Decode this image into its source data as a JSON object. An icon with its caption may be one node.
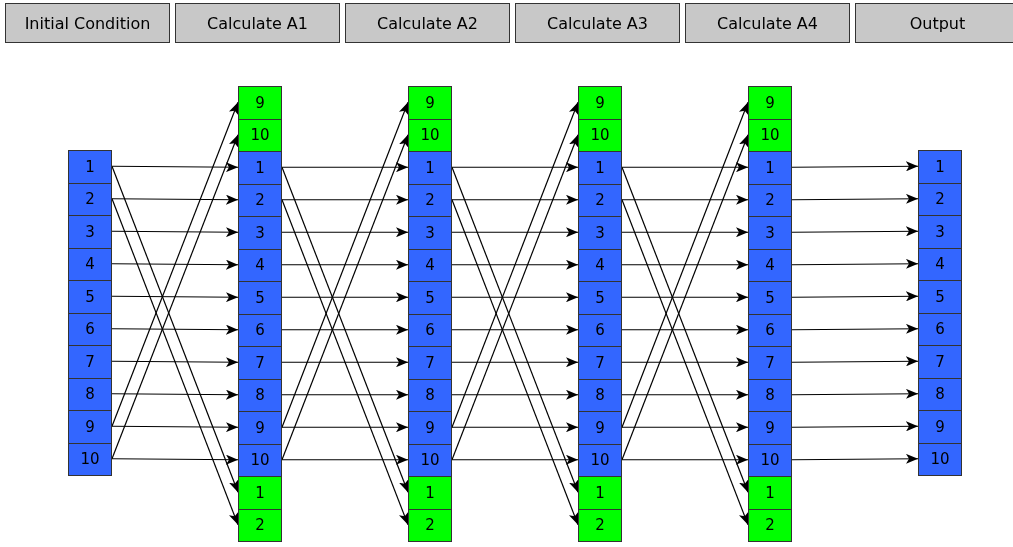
{
  "diagram": {
    "nodes": [
      {
        "text": [
          "Initial Condition"
        ]
      },
      {
        "text": [
          "Calculate A1"
        ]
      },
      {
        "text": [
          "Calculate A2"
        ]
      },
      {
        "text": [
          "Calculate A3"
        ]
      },
      {
        "text": [
          "Calculate A4"
        ]
      },
      {
        "text": [
          "Output"
        ]
      },
      {
        "text": [
          "1"
        ]
      },
      {
        "text": [
          "2"
        ]
      },
      {
        "text": [
          "3"
        ]
      },
      {
        "text": [
          "4"
        ]
      },
      {
        "text": [
          "5"
        ]
      },
      {
        "text": [
          "6"
        ]
      },
      {
        "text": [
          "7"
        ]
      },
      {
        "text": [
          "8"
        ]
      },
      {
        "text": [
          "9"
        ]
      },
      {
        "text": [
          "10"
        ]
      },
      {
        "text": [
          "9"
        ]
      },
      {
        "text": [
          "10"
        ]
      },
      {
        "text": [
          "1"
        ]
      },
      {
        "text": [
          "2"
        ]
      },
      {
        "text": [
          "3"
        ]
      },
      {
        "text": [
          "4"
        ]
      },
      {
        "text": [
          "5"
        ]
      },
      {
        "text": [
          "6"
        ]
      },
      {
        "text": [
          "7"
        ]
      },
      {
        "text": [
          "8"
        ]
      },
      {
        "text": [
          "9"
        ]
      },
      {
        "text": [
          "10"
        ]
      },
      {
        "text": [
          "1"
        ]
      },
      {
        "text": [
          "2"
        ]
      },
      {
        "text": [
          "9"
        ]
      },
      {
        "text": [
          "10"
        ]
      },
      {
        "text": [
          "1"
        ]
      },
      {
        "text": [
          "2"
        ]
      },
      {
        "text": [
          "3"
        ]
      },
      {
        "text": [
          "4"
        ]
      },
      {
        "text": [
          "5"
        ]
      },
      {
        "text": [
          "6"
        ]
      },
      {
        "text": [
          "7"
        ]
      },
      {
        "text": [
          "8"
        ]
      },
      {
        "text": [
          "9"
        ]
      },
      {
        "text": [
          "10"
        ]
      },
      {
        "text": [
          "1"
        ]
      },
      {
        "text": [
          "2"
        ]
      },
      {
        "text": [
          "9"
        ]
      },
      {
        "text": [
          "10"
        ]
      },
      {
        "text": [
          "1"
        ]
      },
      {
        "text": [
          "2"
        ]
      },
      {
        "text": [
          "3"
        ]
      },
      {
        "text": [
          "4"
        ]
      },
      {
        "text": [
          "5"
        ]
      },
      {
        "text": [
          "6"
        ]
      },
      {
        "text": [
          "7"
        ]
      },
      {
        "text": [
          "8"
        ]
      },
      {
        "text": [
          "9"
        ]
      },
      {
        "text": [
          "10"
        ]
      },
      {
        "text": [
          "1"
        ]
      },
      {
        "text": [
          "2"
        ]
      },
      {
        "text": [
          "9"
        ]
      },
      {
        "text": [
          "10"
        ]
      },
      {
        "text": [
          "1"
        ]
      },
      {
        "text": [
          "2"
        ]
      },
      {
        "text": [
          "3"
        ]
      },
      {
        "text": [
          "4"
        ]
      },
      {
        "text": [
          "5"
        ]
      },
      {
        "text": [
          "6"
        ]
      },
      {
        "text": [
          "7"
        ]
      },
      {
        "text": [
          "8"
        ]
      },
      {
        "text": [
          "9"
        ]
      },
      {
        "text": [
          "10"
        ]
      },
      {
        "text": [
          "1"
        ]
      },
      {
        "text": [
          "2"
        ]
      },
      {
        "text": [
          "1"
        ]
      },
      {
        "text": [
          "2"
        ]
      },
      {
        "text": [
          "3"
        ]
      },
      {
        "text": [
          "4"
        ]
      },
      {
        "text": [
          "5"
        ]
      },
      {
        "text": [
          "6"
        ]
      },
      {
        "text": [
          "7"
        ]
      },
      {
        "text": [
          "8"
        ]
      },
      {
        "text": [
          "9"
        ]
      },
      {
        "text": [
          "10"
        ]
      }
    ],
    "edges": [
      {
        "from": 6,
        "to": 18,
        "arrow": "to"
      },
      {
        "from": 7,
        "to": 19,
        "arrow": "to"
      },
      {
        "from": 8,
        "to": 20,
        "arrow": "to"
      },
      {
        "from": 9,
        "to": 21,
        "arrow": "to"
      },
      {
        "from": 10,
        "to": 22,
        "arrow": "to"
      },
      {
        "from": 11,
        "to": 23,
        "arrow": "to"
      },
      {
        "from": 12,
        "to": 24,
        "arrow": "to"
      },
      {
        "from": 13,
        "to": 25,
        "arrow": "to"
      },
      {
        "from": 14,
        "to": 26,
        "arrow": "to"
      },
      {
        "from": 15,
        "to": 27,
        "arrow": "to"
      },
      {
        "from": 6,
        "to": 28,
        "arrow": "to"
      },
      {
        "from": 7,
        "to": 29,
        "arrow": "to"
      },
      {
        "from": 14,
        "to": 16,
        "arrow": "to"
      },
      {
        "from": 15,
        "to": 17,
        "arrow": "to"
      },
      {
        "from": 18,
        "to": 32,
        "arrow": "to"
      },
      {
        "from": 19,
        "to": 33,
        "arrow": "to"
      },
      {
        "from": 20,
        "to": 34,
        "arrow": "to"
      },
      {
        "from": 21,
        "to": 35,
        "arrow": "to"
      },
      {
        "from": 22,
        "to": 36,
        "arrow": "to"
      },
      {
        "from": 23,
        "to": 37,
        "arrow": "to"
      },
      {
        "from": 24,
        "to": 38,
        "arrow": "to"
      },
      {
        "from": 25,
        "to": 39,
        "arrow": "to"
      },
      {
        "from": 26,
        "to": 40,
        "arrow": "to"
      },
      {
        "from": 27,
        "to": 41,
        "arrow": "to"
      },
      {
        "from": 18,
        "to": 42,
        "arrow": "to"
      },
      {
        "from": 19,
        "to": 43,
        "arrow": "to"
      },
      {
        "from": 26,
        "to": 30,
        "arrow": "to"
      },
      {
        "from": 27,
        "to": 31,
        "arrow": "to"
      },
      {
        "from": 32,
        "to": 46,
        "arrow": "to"
      },
      {
        "from": 33,
        "to": 47,
        "arrow": "to"
      },
      {
        "from": 34,
        "to": 48,
        "arrow": "to"
      },
      {
        "from": 35,
        "to": 49,
        "arrow": "to"
      },
      {
        "from": 36,
        "to": 50,
        "arrow": "to"
      },
      {
        "from": 37,
        "to": 51,
        "arrow": "to"
      },
      {
        "from": 38,
        "to": 52,
        "arrow": "to"
      },
      {
        "from": 39,
        "to": 53,
        "arrow": "to"
      },
      {
        "from": 40,
        "to": 54,
        "arrow": "to"
      },
      {
        "from": 41,
        "to": 55,
        "arrow": "to"
      },
      {
        "from": 32,
        "to": 56,
        "arrow": "to"
      },
      {
        "from": 33,
        "to": 57,
        "arrow": "to"
      },
      {
        "from": 40,
        "to": 44,
        "arrow": "to"
      },
      {
        "from": 41,
        "to": 45,
        "arrow": "to"
      },
      {
        "from": 46,
        "to": 60,
        "arrow": "to"
      },
      {
        "from": 47,
        "to": 61,
        "arrow": "to"
      },
      {
        "from": 48,
        "to": 62,
        "arrow": "to"
      },
      {
        "from": 49,
        "to": 63,
        "arrow": "to"
      },
      {
        "from": 50,
        "to": 64,
        "arrow": "to"
      },
      {
        "from": 51,
        "to": 65,
        "arrow": "to"
      },
      {
        "from": 52,
        "to": 66,
        "arrow": "to"
      },
      {
        "from": 53,
        "to": 67,
        "arrow": "to"
      },
      {
        "from": 54,
        "to": 68,
        "arrow": "to"
      },
      {
        "from": 55,
        "to": 69,
        "arrow": "to"
      },
      {
        "from": 46,
        "to": 70,
        "arrow": "to"
      },
      {
        "from": 47,
        "to": 71,
        "arrow": "to"
      },
      {
        "from": 54,
        "to": 58,
        "arrow": "to"
      },
      {
        "from": 55,
        "to": 59,
        "arrow": "to"
      },
      {
        "from": 60,
        "to": 72,
        "arrow": "to"
      },
      {
        "from": 61,
        "to": 73,
        "arrow": "to"
      },
      {
        "from": 62,
        "to": 74,
        "arrow": "to"
      },
      {
        "from": 63,
        "to": 75,
        "arrow": "to"
      },
      {
        "from": 64,
        "to": 76,
        "arrow": "to"
      },
      {
        "from": 65,
        "to": 77,
        "arrow": "to"
      },
      {
        "from": 66,
        "to": 78,
        "arrow": "to"
      },
      {
        "from": 67,
        "to": 79,
        "arrow": "to"
      },
      {
        "from": 68,
        "to": 80,
        "arrow": "to"
      },
      {
        "from": 69,
        "to": 81,
        "arrow": "to"
      }
    ]
  }
}
